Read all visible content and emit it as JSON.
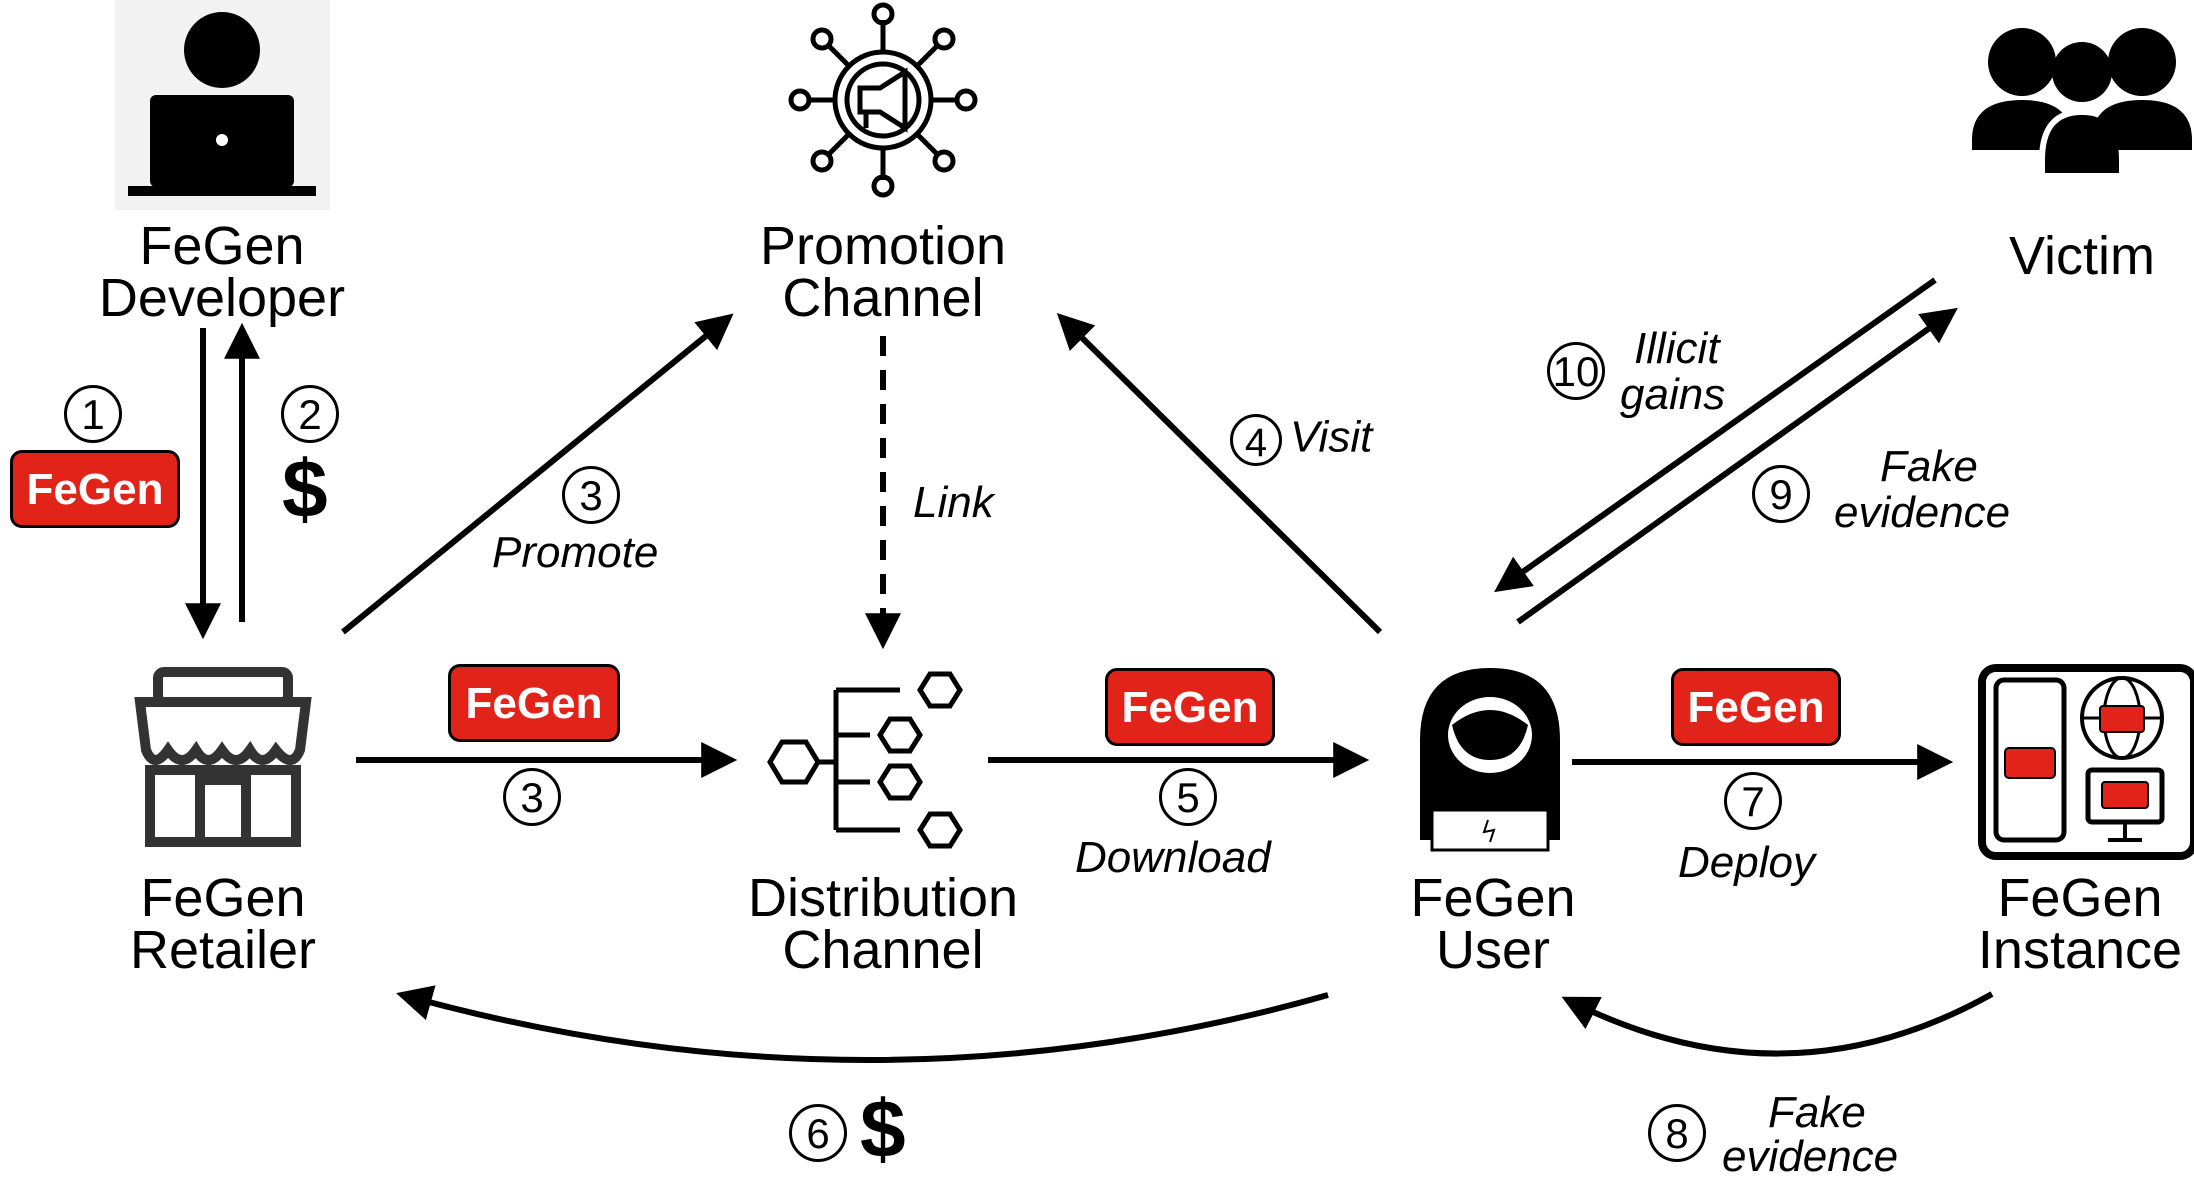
{
  "nodes": {
    "developer": {
      "line1": "FeGen",
      "line2": "Developer"
    },
    "promotion": {
      "line1": "Promotion",
      "line2": "Channel"
    },
    "victim": {
      "line1": "Victim"
    },
    "retailer": {
      "line1": "FeGen",
      "line2": "Retailer"
    },
    "distribution": {
      "line1": "Distribution",
      "line2": "Channel"
    },
    "user": {
      "line1": "FeGen",
      "line2": "User"
    },
    "instance": {
      "line1": "FeGen",
      "line2": "Instance"
    }
  },
  "badge_text": "FeGen",
  "steps": {
    "s1": {
      "num": "1"
    },
    "s2": {
      "num": "2",
      "symbol": "$"
    },
    "s3a": {
      "num": "3",
      "label": "Promote"
    },
    "s3b": {
      "num": "3"
    },
    "link": {
      "label": "Link"
    },
    "s4": {
      "num": "4",
      "label": "Visit"
    },
    "s5": {
      "num": "5",
      "label": "Download"
    },
    "s6": {
      "num": "6",
      "symbol": "$"
    },
    "s7": {
      "num": "7",
      "label": "Deploy"
    },
    "s8": {
      "num": "8",
      "label1": "Fake",
      "label2": "evidence"
    },
    "s9": {
      "num": "9",
      "label1": "Fake",
      "label2": "evidence"
    },
    "s10": {
      "num": "10",
      "label1": "Illicit",
      "label2": "gains"
    }
  },
  "colors": {
    "badge": "#e2231a",
    "ink": "#000000"
  },
  "icons": {
    "developer": "developer-laptop-icon",
    "promotion": "megaphone-network-icon",
    "victim": "people-group-icon",
    "retailer": "storefront-icon",
    "distribution": "hexagon-tree-icon",
    "user": "hooded-hacker-icon",
    "instance": "devices-icon"
  }
}
